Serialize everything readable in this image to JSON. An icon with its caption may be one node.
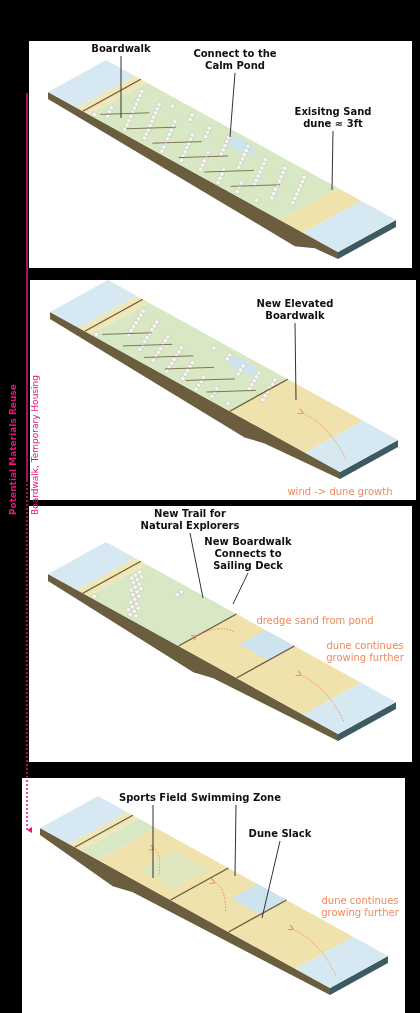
{
  "diagram": {
    "nodes": [
      {
        "text": [
          "Boardwalk"
        ]
      },
      {
        "text": [
          "Connect to the Calm Pond"
        ]
      },
      {
        "text": [
          "Exisitng Sand dune ≈ 3ft"
        ]
      },
      {
        "text": [
          "New Elevated Boardwalk"
        ]
      },
      {
        "text": [
          "New Trail for Natural Explorers"
        ]
      },
      {
        "text": [
          "New Boardwalk Connects to Sailing Deck"
        ]
      },
      {
        "text": [
          "Sports Field"
        ]
      },
      {
        "text": [
          "Swimming Zone"
        ]
      },
      {
        "text": [
          "Dune Slack"
        ]
      }
    ],
    "edges": [
      {
        "from": 0,
        "to": null,
        "arrow": "none"
      },
      {
        "from": 1,
        "to": null,
        "arrow": "none"
      },
      {
        "from": 2,
        "to": null,
        "arrow": "none"
      },
      {
        "from": 3,
        "to": null,
        "arrow": "none"
      },
      {
        "from": 4,
        "to": null,
        "arrow": "none"
      },
      {
        "from": 5,
        "to": null,
        "arrow": "none"
      },
      {
        "from": 6,
        "to": null,
        "arrow": "none"
      },
      {
        "from": 7,
        "to": null,
        "arrow": "none"
      },
      {
        "from": 8,
        "to": null,
        "arrow": "none"
      }
    ],
    "labels": [
      "Potential Materials Reuse",
      "Boardwalk, Temporary Housing",
      "wind -> dune growth",
      "dredge sand from pond",
      "dune continues growing further",
      "dune continues growing further"
    ]
  }
}
